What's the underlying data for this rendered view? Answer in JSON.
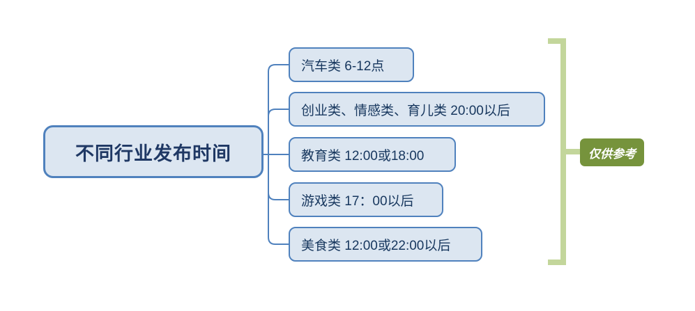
{
  "diagram": {
    "type": "mind-map",
    "background_color": "#ffffff",
    "root": {
      "label": "不同行业发布时间",
      "fill_color": "#dce6f1",
      "border_color": "#4f81bd",
      "text_color": "#1f3864"
    },
    "branches": [
      {
        "label": "汽车类  6-12点"
      },
      {
        "label": "创业类、情感类、育儿类  20:00以后"
      },
      {
        "label": "教育类  12:00或18:00"
      },
      {
        "label": "游戏类  17：00以后"
      },
      {
        "label": "美食类  12:00或22:00以后"
      }
    ],
    "connector_color": "#4f81bd",
    "annotation": {
      "label": "仅供参考",
      "bracket_color": "#c3d69b",
      "box_color": "#76933c",
      "text_color": "#ffffff"
    }
  }
}
